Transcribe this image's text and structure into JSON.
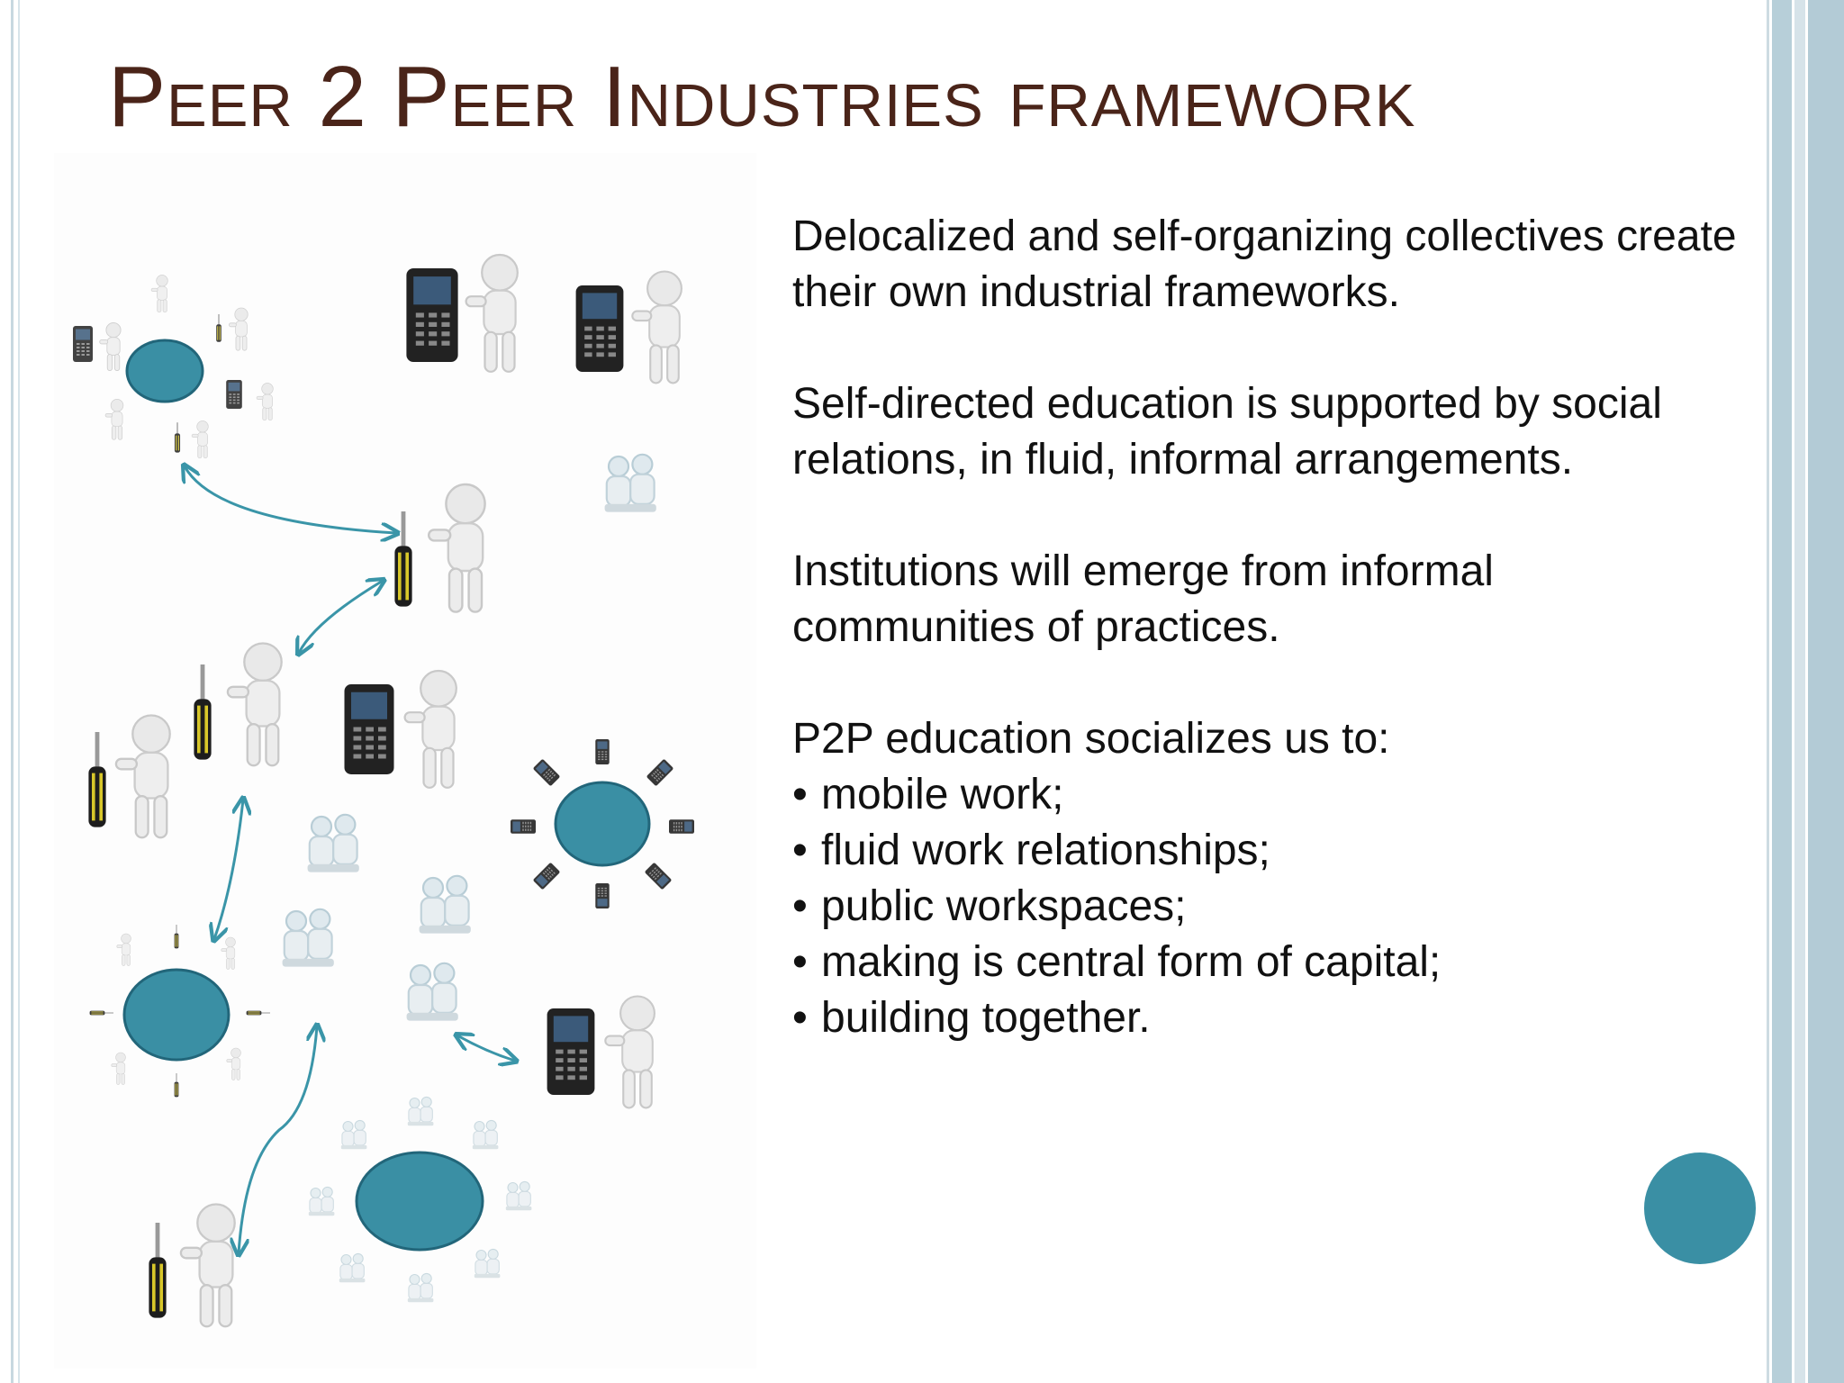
{
  "slide": {
    "title": "Peer 2 Peer Industries framework",
    "paragraphs": [
      "Delocalized and self-organizing collectives create their own industrial frameworks.",
      "Self-directed education is supported by social relations, in fluid, informal arrangements.",
      "Institutions will emerge from informal communities of practices."
    ],
    "list_intro": "P2P education socializes us to:",
    "bullets": [
      "mobile work;",
      "fluid work relationships;",
      "public workspaces;",
      "making is central form of capital;",
      "building together."
    ],
    "bullet_glyph": "•"
  },
  "colors": {
    "title": "#4a2419",
    "accent_teal": "#3a8fa4",
    "accent_teal_dark": "#256a7d",
    "arrow": "#3a95a8",
    "frame_blue": "#b3cbd6"
  },
  "icons": [
    "phone-icon",
    "screwdriver-icon",
    "figure-icon",
    "hub-circle-icon"
  ]
}
